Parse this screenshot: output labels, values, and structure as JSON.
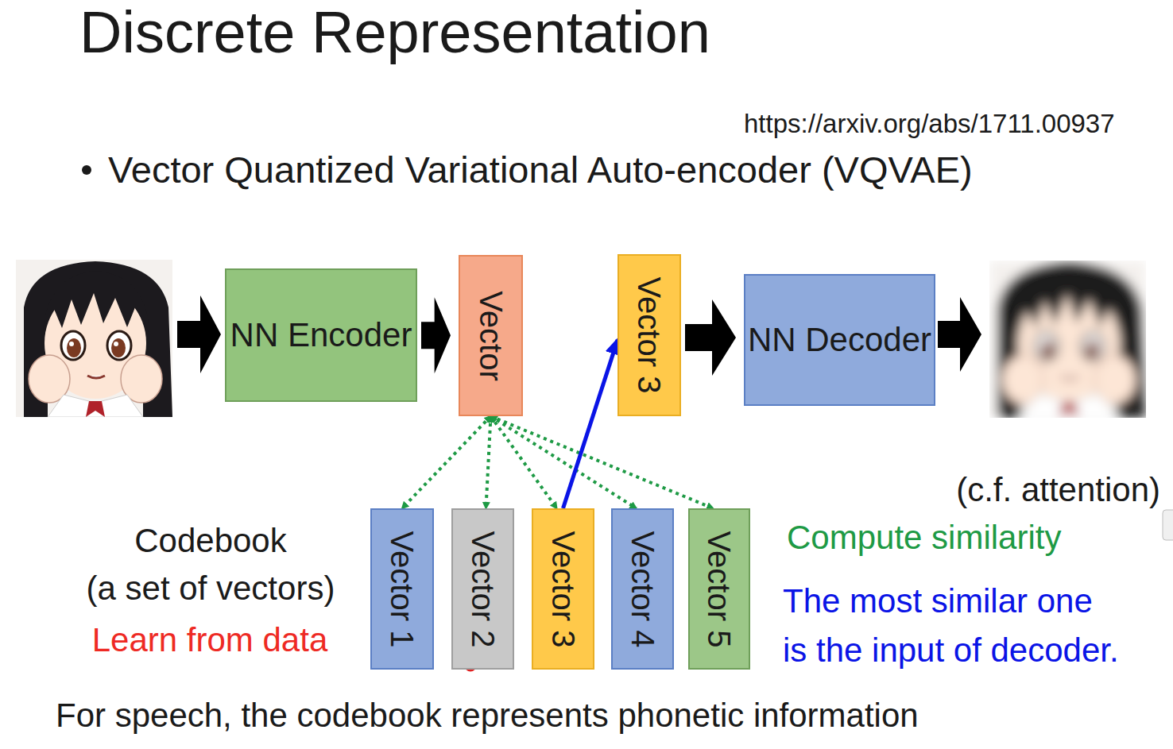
{
  "diagram": {
    "title": "Discrete Representation",
    "nodes": [
      {
        "text": [
          "NN Encoder"
        ]
      },
      {
        "text": [
          "Vector"
        ]
      },
      {
        "text": [
          "Vector 3"
        ]
      },
      {
        "text": [
          "NN Decoder"
        ]
      },
      {
        "text": [
          "Vector 1"
        ]
      },
      {
        "text": [
          "Vector 2"
        ]
      },
      {
        "text": [
          "Vector 3"
        ]
      },
      {
        "text": [
          "Vector 4"
        ]
      },
      {
        "text": [
          "Vector 5"
        ]
      }
    ],
    "edges": [
      {
        "from": 0,
        "to": 1,
        "arrow": "to"
      },
      {
        "from": 2,
        "to": 3,
        "arrow": "to"
      },
      {
        "from": 1,
        "to": 4,
        "arrow": "both"
      },
      {
        "from": 1,
        "to": 5,
        "arrow": "both"
      },
      {
        "from": 1,
        "to": 6,
        "arrow": "both"
      },
      {
        "from": 1,
        "to": 7,
        "arrow": "both"
      },
      {
        "from": 1,
        "to": 8,
        "arrow": "both"
      },
      {
        "from": 6,
        "to": 2,
        "arrow": "to"
      }
    ],
    "labels": [
      "https://arxiv.org/abs/1711.00937",
      "Vector Quantized Variational Auto-encoder (VQVAE)",
      "Codebook",
      "(a set of vectors)",
      "Learn from data",
      "(c.f. attention)",
      "Compute similarity",
      "The most similar one",
      "is the input of decoder.",
      "For speech, the codebook represents phonetic information"
    ]
  }
}
